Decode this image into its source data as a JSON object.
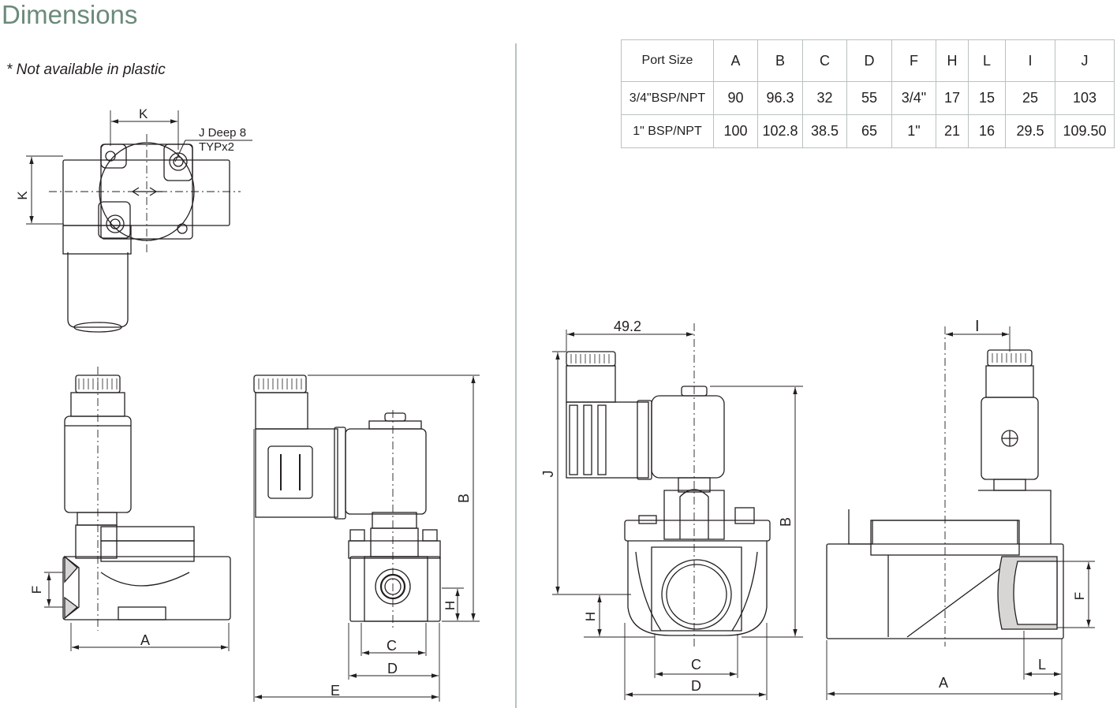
{
  "page": {
    "title": "Dimensions",
    "note": "* Not available in plastic"
  },
  "table": {
    "headers": [
      "Port Size",
      "A",
      "B",
      "C",
      "D",
      "F",
      "H",
      "L",
      "I",
      "J"
    ],
    "rows": [
      [
        "3/4\"BSP/NPT",
        "90",
        "96.3",
        "32",
        "55",
        "3/4\"",
        "17",
        "15",
        "25",
        "103"
      ],
      [
        "1\" BSP/NPT",
        "100",
        "102.8",
        "38.5",
        "65",
        "1\"",
        "21",
        "16",
        "29.5",
        "109.50"
      ]
    ]
  },
  "labels": {
    "top_view": {
      "k_width": "K",
      "k_height": "K",
      "hole_line1": "J Deep 8",
      "hole_line2": "TYPx2"
    },
    "front_small": {
      "f": "F",
      "a": "A"
    },
    "side_small": {
      "b": "B",
      "h": "H",
      "c": "C",
      "d": "D",
      "e": "E"
    },
    "metal_side": {
      "offset": "49.2",
      "j": "J",
      "b": "B",
      "h": "H",
      "c": "C",
      "d": "D"
    },
    "metal_front": {
      "i": "I",
      "f": "F",
      "l": "L",
      "a": "A"
    }
  }
}
